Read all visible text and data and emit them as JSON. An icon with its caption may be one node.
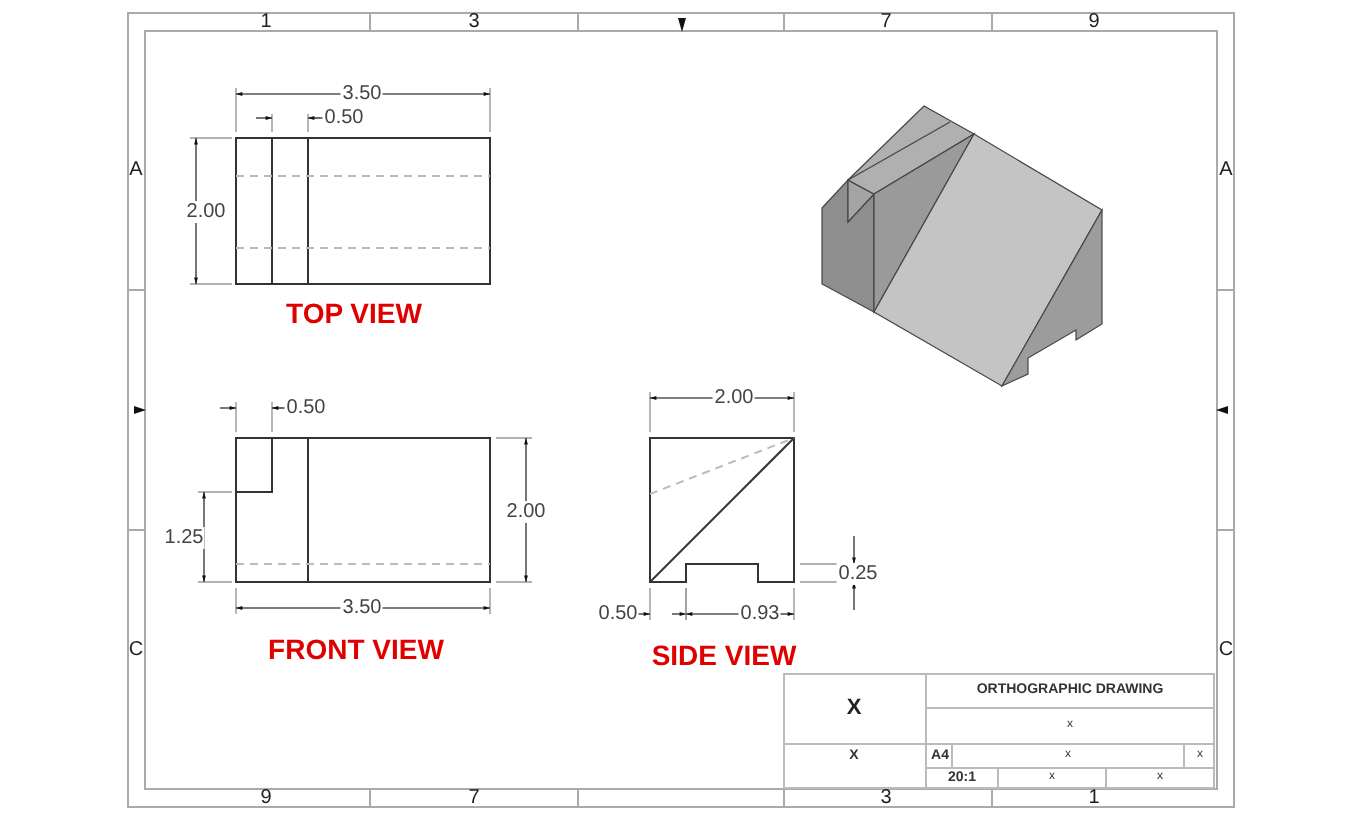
{
  "diagram": {
    "labels": [
      "1",
      "3",
      "7",
      "9",
      "A",
      "A",
      "3.50",
      "0.50",
      "2.00",
      "TOP VIEW",
      "0.50",
      "2.00",
      "2.00",
      "1.25",
      "0.25",
      "3.50",
      "0.50",
      "0.93",
      "C",
      "FRONT VIEW",
      "SIDE VIEW",
      "C",
      "X",
      "ORTHOGRAPHIC DRAWING",
      "x",
      "X",
      "A4",
      "x",
      "x",
      "20:1",
      "x",
      "x",
      "9",
      "7",
      "3",
      "1"
    ]
  }
}
